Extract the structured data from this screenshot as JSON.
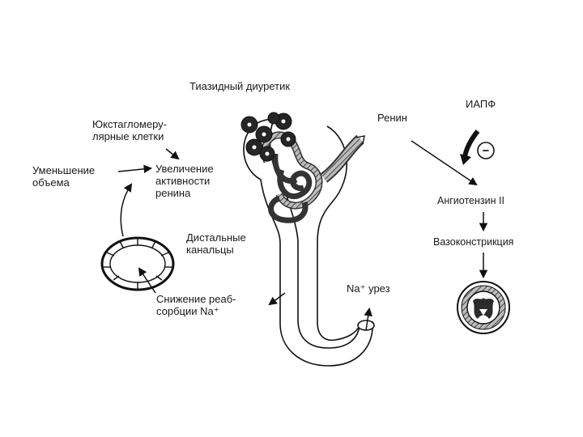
{
  "labels": {
    "thiazide": "Тиазидный диуретик",
    "juxta_line1": "Юкстагломеру-",
    "juxta_line2": "лярные клетки",
    "volume_line1": "Уменьшение",
    "volume_line2": "объема",
    "renin_activity_line1": "Увеличение",
    "renin_activity_line2": "активности",
    "renin_activity_line3": "ренина",
    "distal_line1": "Дистальные",
    "distal_line2": "канальцы",
    "reabs_line1": "Снижение реаб-",
    "reabs_line2": "сорбции Na⁺",
    "na_urez": "Na⁺ урез",
    "renin": "Ренин",
    "iapf": "ИАПФ",
    "angiotensin": "Ангиотензин II",
    "vasoconstriction": "Вазоконстрикция",
    "minus_sign": "−"
  },
  "colors": {
    "line": "#111111",
    "dark_fill": "#2b2b2b",
    "tubule_fill": "#ffffff",
    "hatch": "#555555"
  },
  "icons": {
    "glomerulus": "glomerulus-icon",
    "tubule_cross_section": "tubule-cross-section-icon",
    "vessel_cross_section": "constricted-vessel-icon",
    "inhibition": "inhibition-minus-icon"
  }
}
